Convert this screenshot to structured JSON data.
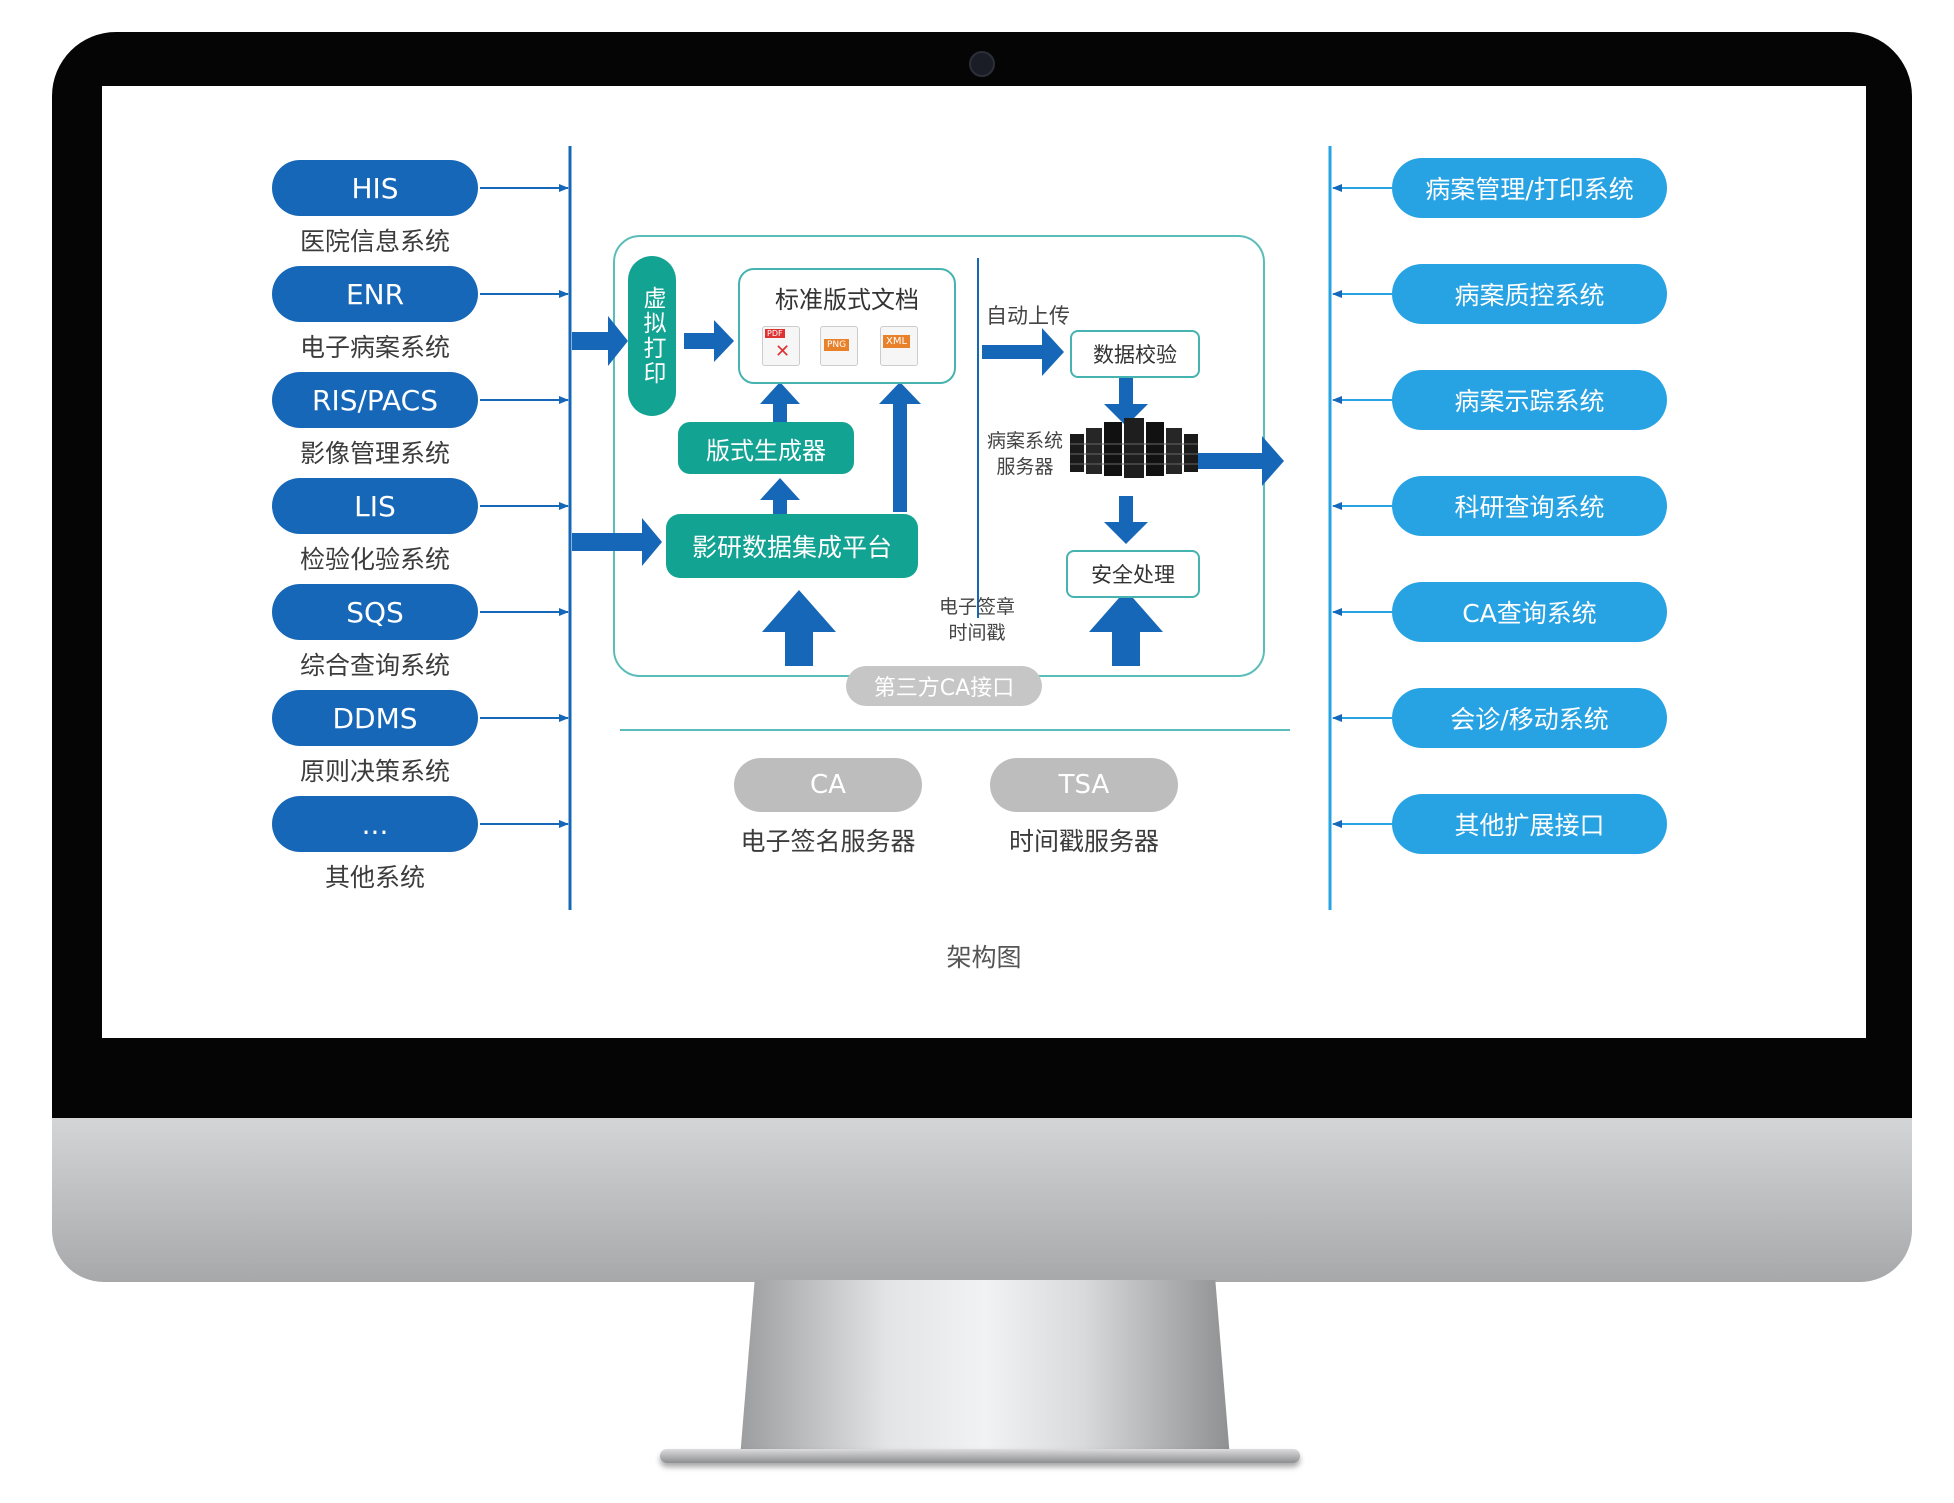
{
  "left_systems": [
    {
      "label": "HIS",
      "desc": "医院信息系统"
    },
    {
      "label": "ENR",
      "desc": "电子病案系统"
    },
    {
      "label": "RIS/PACS",
      "desc": "影像管理系统"
    },
    {
      "label": "LIS",
      "desc": "检验化验系统"
    },
    {
      "label": "SQS",
      "desc": "综合查询系统"
    },
    {
      "label": "DDMS",
      "desc": "原则决策系统"
    },
    {
      "label": "...",
      "desc": "其他系统"
    }
  ],
  "right_systems": [
    {
      "label": "病案管理/打印系统"
    },
    {
      "label": "病案质控系统"
    },
    {
      "label": "病案示踪系统"
    },
    {
      "label": "科研查询系统"
    },
    {
      "label": "CA查询系统"
    },
    {
      "label": "会诊/移动系统"
    },
    {
      "label": "其他扩展接口"
    }
  ],
  "center": {
    "virtual_print": "虚拟打印",
    "standard_doc": "标准版式文档",
    "doc_formats": [
      "PDF",
      "PNG",
      "XML"
    ],
    "generator": "版式生成器",
    "platform": "影研数据集成平台",
    "auto_upload": "自动上传",
    "data_check": "数据校验",
    "server_label_1": "病案系统",
    "server_label_2": "服务器",
    "security": "安全处理",
    "esign_label_1": "电子签章",
    "esign_label_2": "时间戳",
    "third_party": "第三方CA接口"
  },
  "bottom": {
    "ca_label": "CA",
    "ca_desc": "电子签名服务器",
    "tsa_label": "TSA",
    "tsa_desc": "时间戳服务器"
  },
  "caption": "架构图",
  "colors": {
    "left_pill": "#1767b8",
    "right_pill": "#27a3e3",
    "teal": "#13a393",
    "arrow": "#1767b8",
    "grey_pill": "#bdbdbd"
  }
}
